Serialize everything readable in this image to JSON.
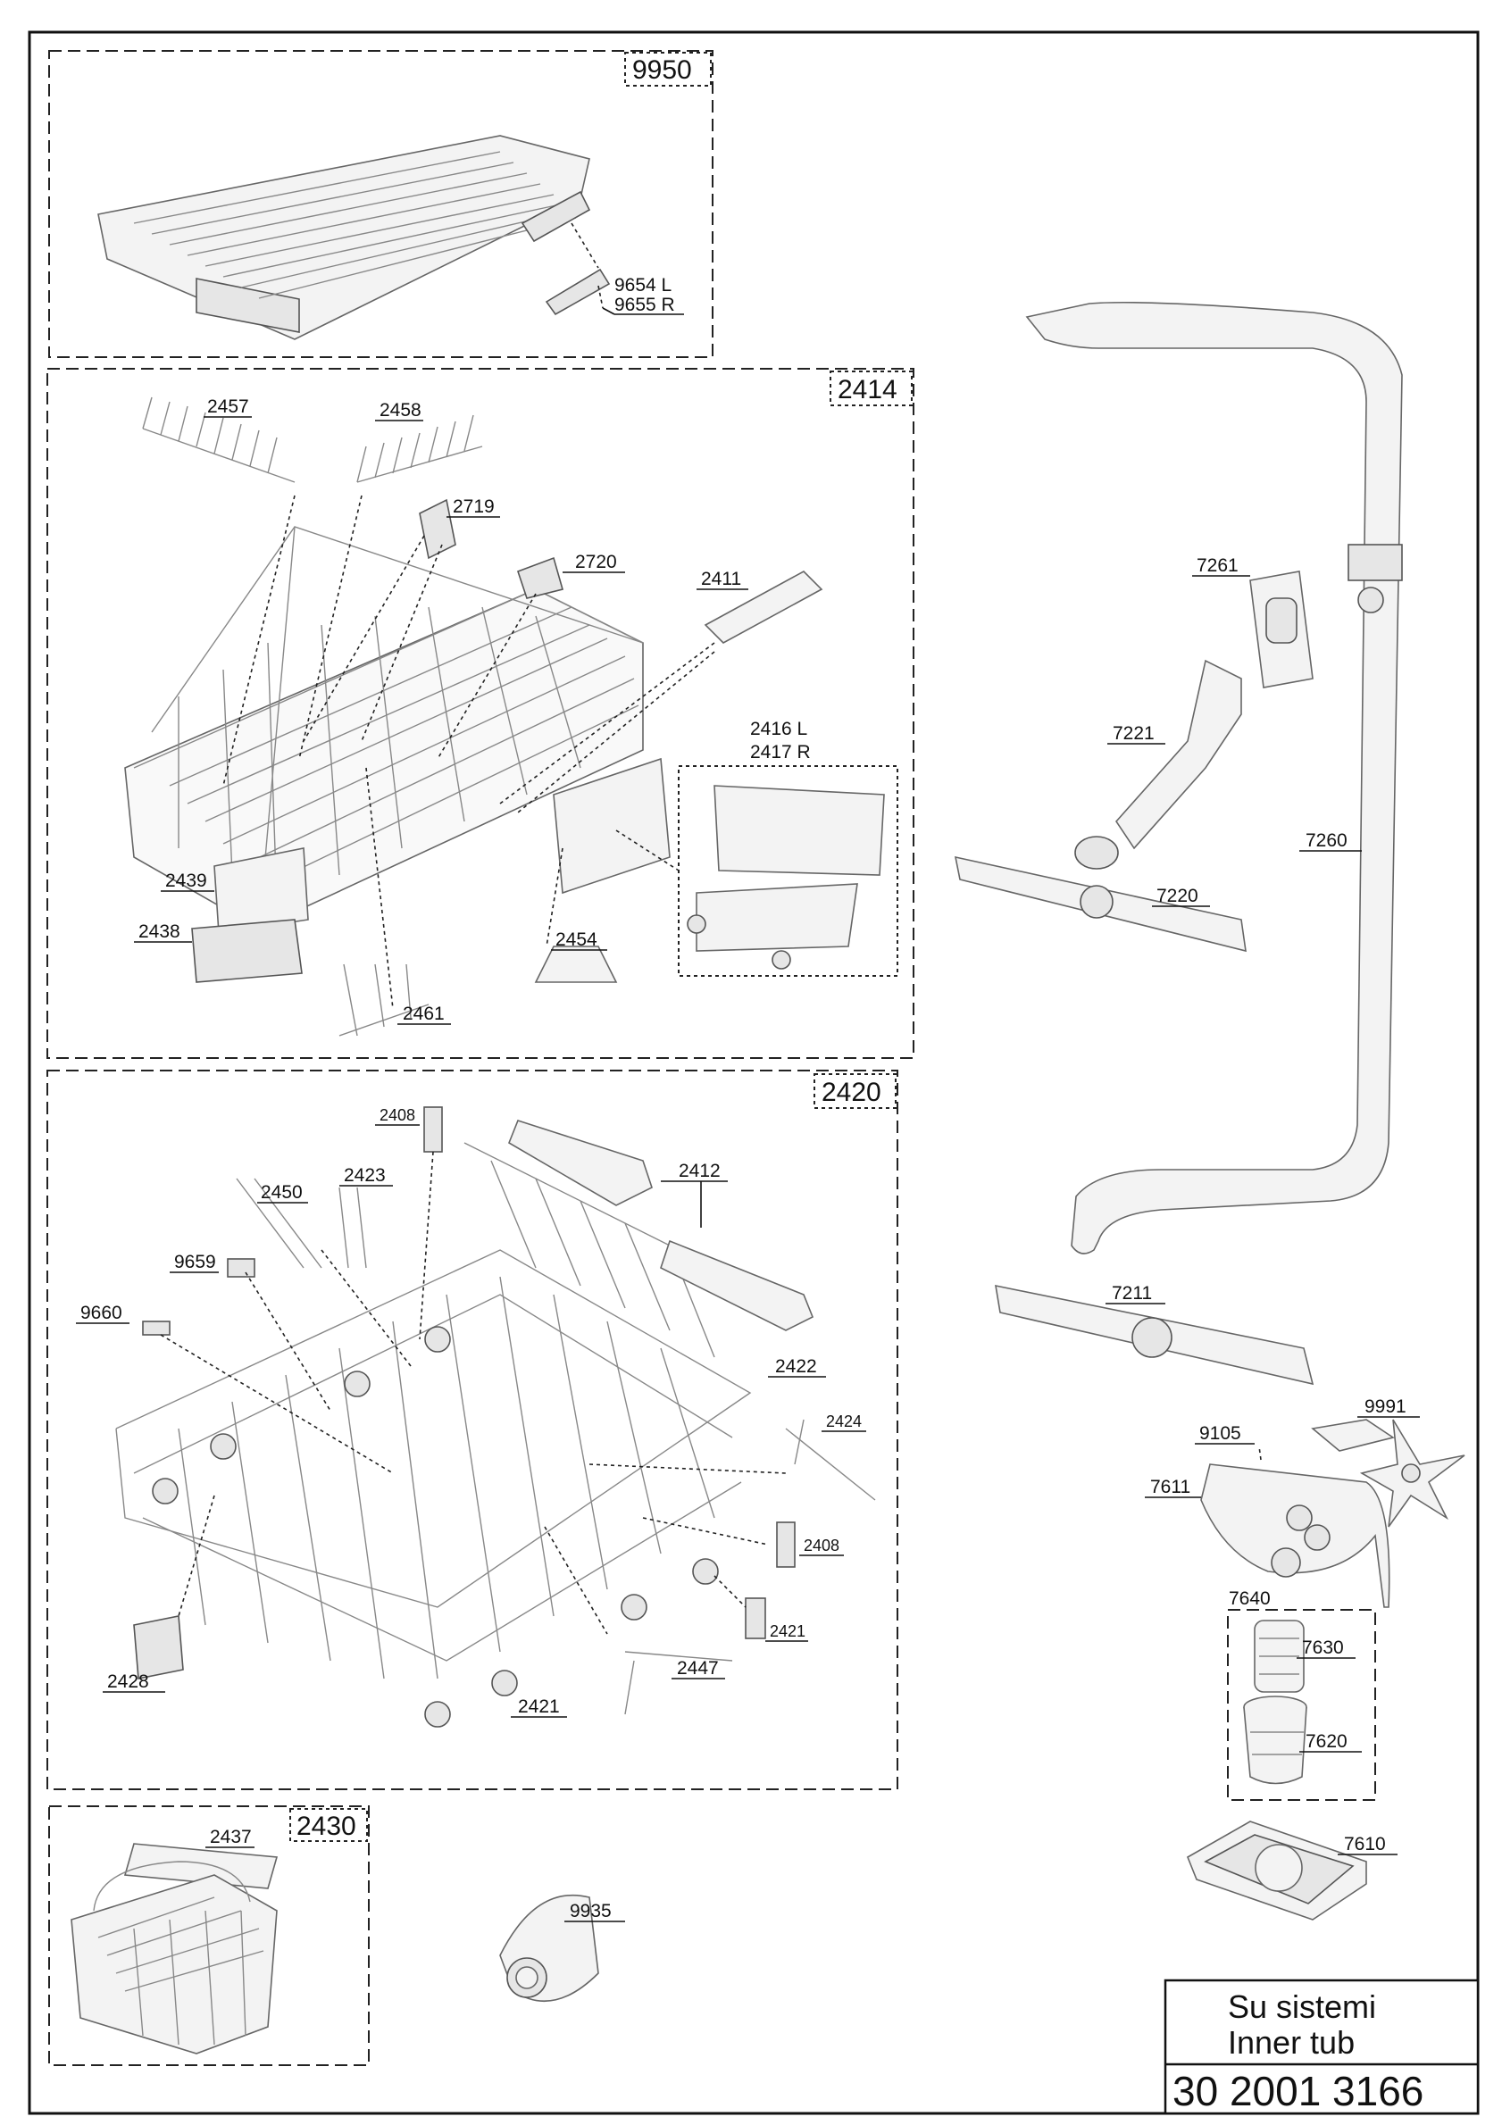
{
  "title_block": {
    "line1": "Su sistemi",
    "line2": "Inner tub",
    "drawing_number": "30 2001 3166"
  },
  "groups": {
    "g9950": "9950",
    "g2414": "2414",
    "g2420": "2420",
    "g2430": "2430"
  },
  "labels": {
    "p9654": "9654 L",
    "p9655": "9655 R",
    "p2457": "2457",
    "p2458": "2458",
    "p2719": "2719",
    "p2720": "2720",
    "p2411": "2411",
    "p2416": "2416 L",
    "p2417": "2417 R",
    "p2439": "2439",
    "p2438": "2438",
    "p2454": "2454",
    "p2461": "2461",
    "p2408a": "2408",
    "p2412": "2412",
    "p2423": "2423",
    "p2450": "2450",
    "p9659": "9659",
    "p9660": "9660",
    "p2422": "2422",
    "p2424": "2424",
    "p2408b": "2408",
    "p2421a": "2421",
    "p2447": "2447",
    "p2421b": "2421",
    "p2428": "2428",
    "p2437": "2437",
    "p9935": "9935",
    "p7261": "7261",
    "p7221": "7221",
    "p7260": "7260",
    "p7220": "7220",
    "p7211": "7211",
    "p9991": "9991",
    "p9105": "9105",
    "p7611": "7611",
    "p7640": "7640",
    "p7630": "7630",
    "p7620": "7620",
    "p7610": "7610"
  }
}
